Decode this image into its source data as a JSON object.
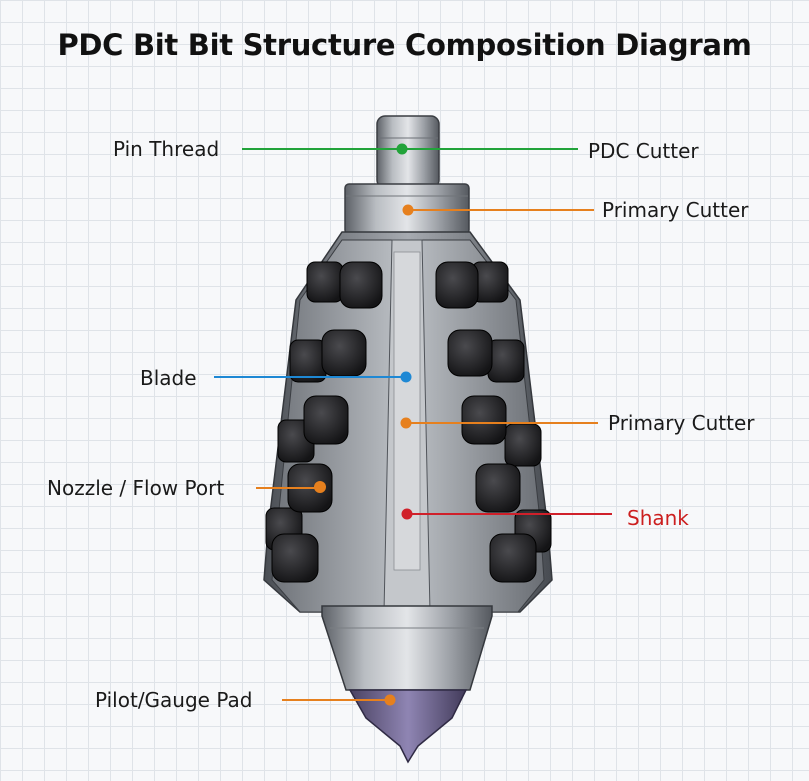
{
  "title": "PDC Bit Bit Structure Composition Diagram",
  "labels": [
    {
      "id": "pin-thread",
      "text": "Pin Thread",
      "side": "left",
      "color": "#22a33a"
    },
    {
      "id": "pdc-cutter",
      "text": "PDC Cutter",
      "side": "right",
      "color": "#22a33a"
    },
    {
      "id": "primary-cutter-top",
      "text": "Primary Cutter",
      "side": "right",
      "color": "#e6801e"
    },
    {
      "id": "blade",
      "text": "Blade",
      "side": "left",
      "color": "#1e88d4"
    },
    {
      "id": "primary-cutter-mid",
      "text": "Primary Cutter",
      "side": "right",
      "color": "#e6801e"
    },
    {
      "id": "nozzle-flow-port",
      "text": "Nozzle / Flow Port",
      "side": "left",
      "color": "#e6801e"
    },
    {
      "id": "shank",
      "text": "Shank",
      "side": "right",
      "color": "#d0202a"
    },
    {
      "id": "pilot-gauge-pad",
      "text": "Pilot/Gauge Pad",
      "side": "left",
      "color": "#e6801e"
    }
  ]
}
